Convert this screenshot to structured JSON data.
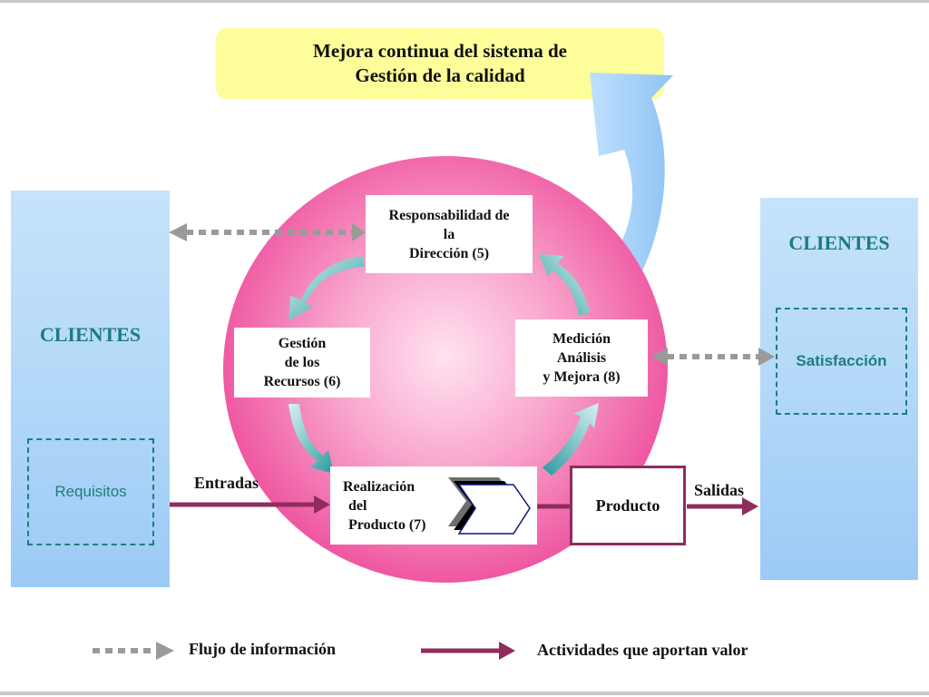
{
  "title": {
    "line1": "Mejora continua del sistema de",
    "line2": "Gestión de la calidad"
  },
  "left_client": {
    "title": "CLIENTES",
    "box_label": "Requisitos"
  },
  "right_client": {
    "title": "CLIENTES",
    "box_label": "Satisfacción"
  },
  "process": {
    "direccion": {
      "line1": "Responsabilidad de",
      "line2": "la",
      "line3": "Dirección (5)"
    },
    "recursos": {
      "line1": "Gestión",
      "line2": "de los",
      "line3": "Recursos (6)"
    },
    "medicion": {
      "line1": "Medición",
      "line2": "Análisis",
      "line3": "y Mejora (8)"
    },
    "realizacion": {
      "line1": "Realización",
      "line2": "del",
      "line3": "Producto (7)"
    }
  },
  "producto": "Producto",
  "flow_labels": {
    "entradas": "Entradas",
    "salidas": "Salidas"
  },
  "legend": {
    "info_flow": "Flujo de información",
    "value_activities": "Actividades que aportan valor"
  },
  "colors": {
    "title_bg": "#fdfd9a",
    "client_panel": "#b3d8f8",
    "client_text": "#1b7b86",
    "circle": "#e5338a",
    "value_arrow": "#8e2c5e",
    "info_arrow": "#9a9a9a",
    "cycle_arrow": "#3fa6a8",
    "improvement_arrow": "#a9d4fb"
  }
}
